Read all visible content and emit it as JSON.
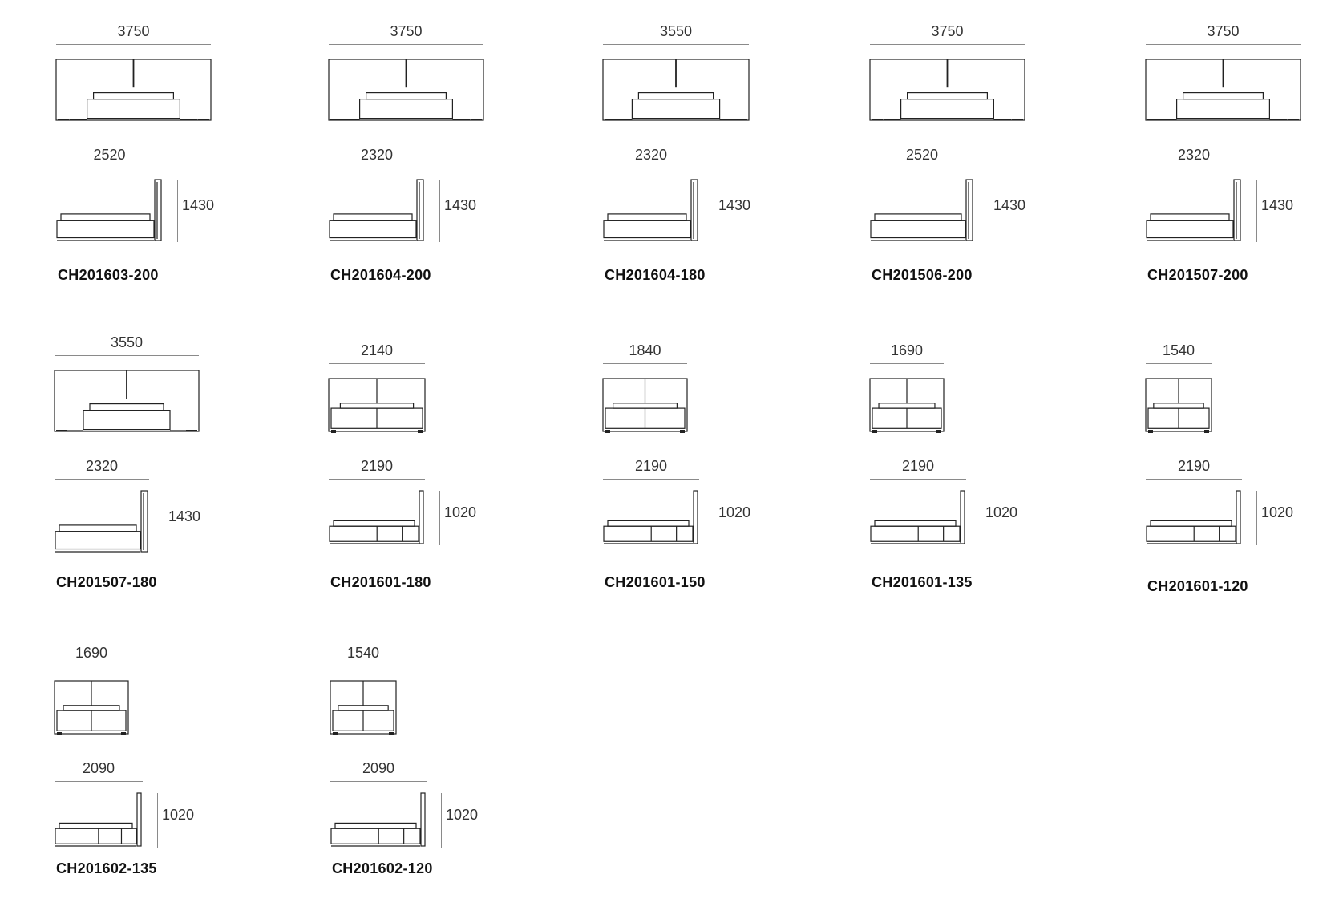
{
  "items": [
    {
      "code": "CH201603-200",
      "front_width": "3750",
      "side_length": "2520",
      "side_height": "1430"
    },
    {
      "code": "CH201604-200",
      "front_width": "3750",
      "side_length": "2320",
      "side_height": "1430"
    },
    {
      "code": "CH201604-180",
      "front_width": "3550",
      "side_length": "2320",
      "side_height": "1430"
    },
    {
      "code": "CH201506-200",
      "front_width": "3750",
      "side_length": "2520",
      "side_height": "1430"
    },
    {
      "code": "CH201507-200",
      "front_width": "3750",
      "side_length": "2320",
      "side_height": "1430"
    },
    {
      "code": "CH201507-180",
      "front_width": "3550",
      "side_length": "2320",
      "side_height": "1430"
    },
    {
      "code": "CH201601-180",
      "front_width": "2140",
      "side_length": "2190",
      "side_height": "1020"
    },
    {
      "code": "CH201601-150",
      "front_width": "1840",
      "side_length": "2190",
      "side_height": "1020"
    },
    {
      "code": "CH201601-135",
      "front_width": "1690",
      "side_length": "2190",
      "side_height": "1020"
    },
    {
      "code": "CH201601-120",
      "front_width": "1540",
      "side_length": "2190",
      "side_height": "1020"
    },
    {
      "code": "CH201602-135",
      "front_width": "1690",
      "side_length": "2090",
      "side_height": "1020"
    },
    {
      "code": "CH201602-120",
      "front_width": "1540",
      "side_length": "2090",
      "side_height": "1020"
    }
  ]
}
